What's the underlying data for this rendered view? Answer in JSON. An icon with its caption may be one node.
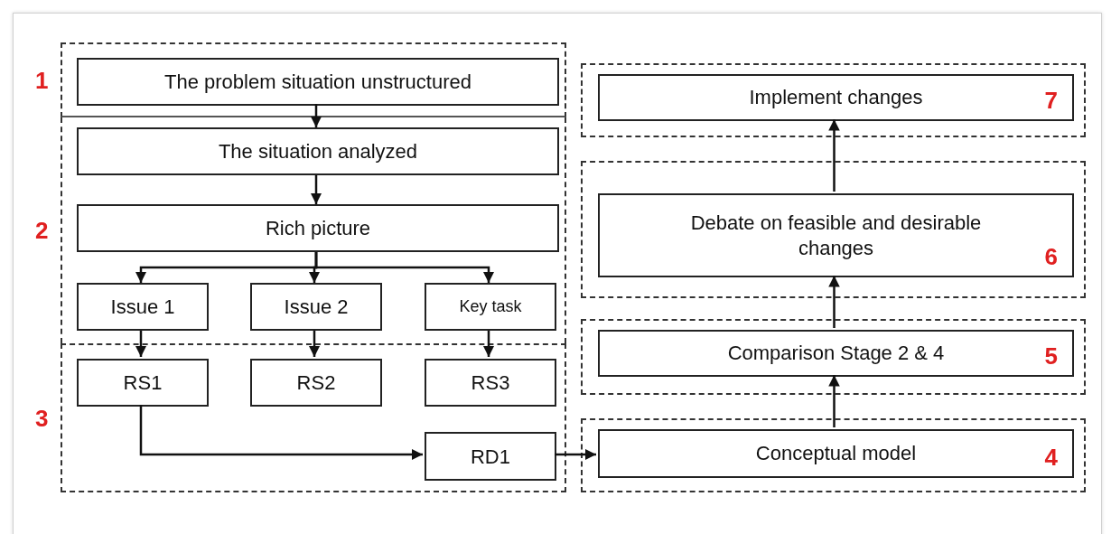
{
  "diagram": {
    "nodes": [
      {
        "text": [
          "1"
        ]
      },
      {
        "text": [
          "The problem situation unstructured"
        ],
        "in": 0
      },
      {
        "text": [
          "2"
        ]
      },
      {
        "text": [
          "The situation analyzed"
        ],
        "in": 2
      },
      {
        "text": [
          "Rich picture"
        ],
        "in": 2
      },
      {
        "text": [
          "Issue 1"
        ],
        "in": 2
      },
      {
        "text": [
          "Issue 2"
        ],
        "in": 2
      },
      {
        "text": [
          "Key task"
        ],
        "in": 2
      },
      {
        "text": [
          "3"
        ]
      },
      {
        "text": [
          "RS1"
        ],
        "in": 8
      },
      {
        "text": [
          "RS2"
        ],
        "in": 8
      },
      {
        "text": [
          "RS3"
        ],
        "in": 8
      },
      {
        "text": [
          "RD1"
        ],
        "in": 8
      },
      {
        "text": [],
        "shape": "box"
      },
      {
        "text": [
          "Implement changes",
          "7"
        ],
        "in": 13
      },
      {
        "text": [],
        "shape": "box"
      },
      {
        "text": [
          "Debate on feasible and desirable changes",
          "6"
        ],
        "in": 15
      },
      {
        "text": [],
        "shape": "box"
      },
      {
        "text": [
          "Comparison Stage 2 & 4",
          "5"
        ],
        "in": 17
      },
      {
        "text": [],
        "shape": "box"
      },
      {
        "text": [
          "Conceptual model",
          "4"
        ],
        "in": 19
      }
    ],
    "edges": [
      {
        "from": 1,
        "to": 3,
        "arrow": "to"
      },
      {
        "from": 3,
        "to": 4,
        "arrow": "to"
      },
      {
        "from": 4,
        "to": 5,
        "arrow": "to"
      },
      {
        "from": 4,
        "to": 6,
        "arrow": "to"
      },
      {
        "from": 4,
        "to": 7,
        "arrow": "to"
      },
      {
        "from": 5,
        "to": 9,
        "arrow": "to"
      },
      {
        "from": 6,
        "to": 10,
        "arrow": "to"
      },
      {
        "from": 7,
        "to": 11,
        "arrow": "to"
      },
      {
        "from": 9,
        "to": 12,
        "arrow": "to"
      },
      {
        "from": 12,
        "to": 20,
        "arrow": "to"
      },
      {
        "from": 20,
        "to": 18,
        "arrow": "to"
      },
      {
        "from": 18,
        "to": 16,
        "arrow": "to"
      },
      {
        "from": 16,
        "to": 14,
        "arrow": "to"
      }
    ]
  }
}
